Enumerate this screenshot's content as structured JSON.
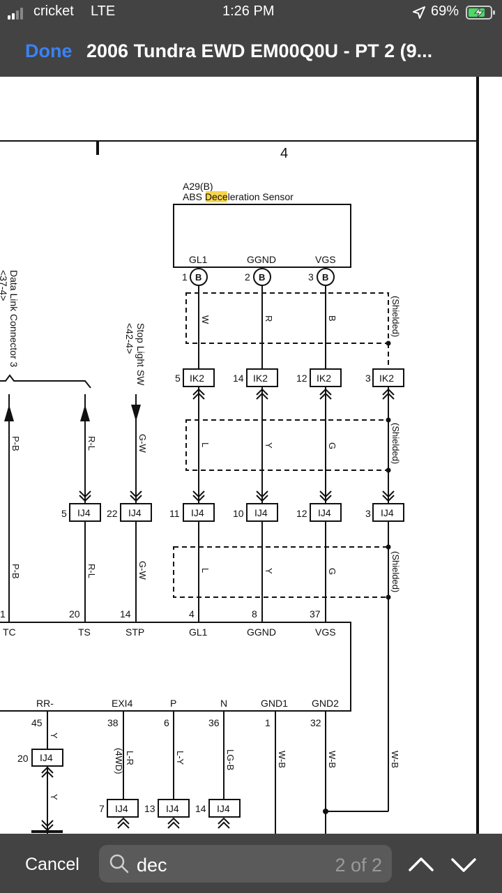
{
  "status_bar": {
    "carrier": "cricket",
    "network": "LTE",
    "time": "1:26 PM",
    "battery_percent": "69%",
    "signal_bars_active": 2,
    "battery_level": 0.69
  },
  "header": {
    "done_label": "Done",
    "document_title": "2006 Tundra EWD EM00Q0U - PT 2 (9..."
  },
  "diagram": {
    "column_number": "4",
    "sensor_ref": "A29(B)",
    "sensor_name_before": "ABS ",
    "sensor_name_highlight": "Dec",
    "sensor_name_after": "eleration Sensor",
    "highlight_color": "#f7d54a",
    "sensor_pins": [
      {
        "num": "1",
        "label": "GL1",
        "conn": "B"
      },
      {
        "num": "2",
        "label": "GGND",
        "conn": "B"
      },
      {
        "num": "3",
        "label": "VGS",
        "conn": "B"
      }
    ],
    "shielded_label": "(Shielded)",
    "shield1_wires": [
      "W",
      "R",
      "B"
    ],
    "ik2_connectors": [
      {
        "pin": "5",
        "name": "IK2"
      },
      {
        "pin": "14",
        "name": "IK2"
      },
      {
        "pin": "12",
        "name": "IK2"
      },
      {
        "pin": "3",
        "name": "IK2"
      }
    ],
    "shield2_wires": [
      "L",
      "Y",
      "G"
    ],
    "ij4_connectors": [
      {
        "pin": "5",
        "name": "IJ4"
      },
      {
        "pin": "22",
        "name": "IJ4"
      },
      {
        "pin": "11",
        "name": "IJ4"
      },
      {
        "pin": "10",
        "name": "IJ4"
      },
      {
        "pin": "12",
        "name": "IJ4"
      },
      {
        "pin": "3",
        "name": "IJ4"
      }
    ],
    "shield3_wires": [
      "L",
      "Y",
      "G"
    ],
    "data_link_label": "Data Link Connector 3",
    "data_link_ref": "<37-4>",
    "stop_light_label": "Stop Light SW",
    "stop_light_ref": "<42-4>",
    "left_wires_upper": [
      "P-B",
      "R-L",
      "G-W"
    ],
    "left_wires_lower": [
      "P-B",
      "R-L",
      "G-W"
    ],
    "ecu_top_pins": [
      {
        "num": "1",
        "label": "TC"
      },
      {
        "num": "20",
        "label": "TS"
      },
      {
        "num": "14",
        "label": "STP"
      },
      {
        "num": "4",
        "label": "GL1"
      },
      {
        "num": "8",
        "label": "GGND"
      },
      {
        "num": "37",
        "label": "VGS"
      }
    ],
    "ecu_bottom_pins": [
      {
        "num": "45",
        "label": "RR-"
      },
      {
        "num": "38",
        "label": "EXI4"
      },
      {
        "num": "6",
        "label": "P"
      },
      {
        "num": "36",
        "label": "N"
      },
      {
        "num": "1",
        "label": "GND1"
      },
      {
        "num": "32",
        "label": "GND2"
      }
    ],
    "bottom_wires": {
      "rr_upper": "Y",
      "rr_lower": "Y",
      "exi4_wire": "L-R",
      "exi4_note": "(4WD)",
      "p_wire": "L-Y",
      "n_wire": "LG-B",
      "gnd1_wire": "W-B",
      "gnd2_wire": "W-B",
      "shield_ground_wire": "W-B"
    },
    "bottom_connectors": [
      {
        "pin": "20",
        "name": "IJ4"
      },
      {
        "pin": "7",
        "name": "IJ4"
      },
      {
        "pin": "13",
        "name": "IJ4"
      },
      {
        "pin": "14",
        "name": "IJ4"
      }
    ]
  },
  "find_bar": {
    "cancel_label": "Cancel",
    "search_query": "dec",
    "match_count": "2 of 2"
  }
}
